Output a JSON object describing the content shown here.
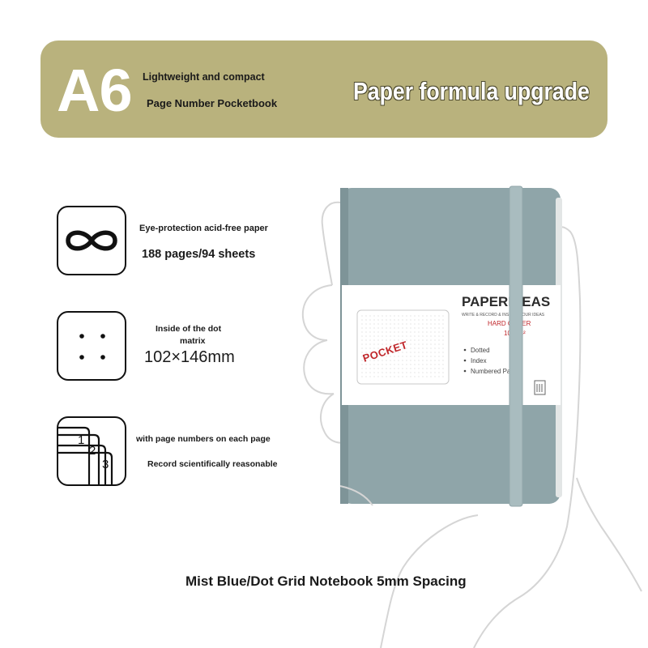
{
  "banner": {
    "size": "A6",
    "line1": "Lightweight and compact",
    "line2": "Page Number Pocketbook",
    "headline": "Paper formula upgrade",
    "bg_color": "#b9b27d"
  },
  "features": [
    {
      "icon": "infinity-icon",
      "line1": "Eye-protection acid-free paper",
      "line2": "188 pages/94 sheets"
    },
    {
      "icon": "dot-grid-icon",
      "line1": "Inside of the dot",
      "line1b": "matrix",
      "line2": "102×146mm"
    },
    {
      "icon": "page-numbers-icon",
      "icon_digits": [
        "1",
        "2",
        "3"
      ],
      "line1": "with page numbers on each page",
      "line2": "Record scientifically reasonable"
    }
  ],
  "notebook": {
    "brand": "PAPERIDEAS",
    "brand_sub": "WRITE & RECORD & INSPIRE YOUR IDEAS",
    "cover_label": "HARD COVER",
    "paper_weight": "100g/s²",
    "stamp": "POCKET",
    "bullets": [
      "Dotted",
      "Index",
      "Numbered Pages"
    ],
    "cover_color": "#8fa5a9",
    "band_color": "#a9bcbf"
  },
  "caption": "Mist Blue/Dot Grid Notebook 5mm Spacing"
}
